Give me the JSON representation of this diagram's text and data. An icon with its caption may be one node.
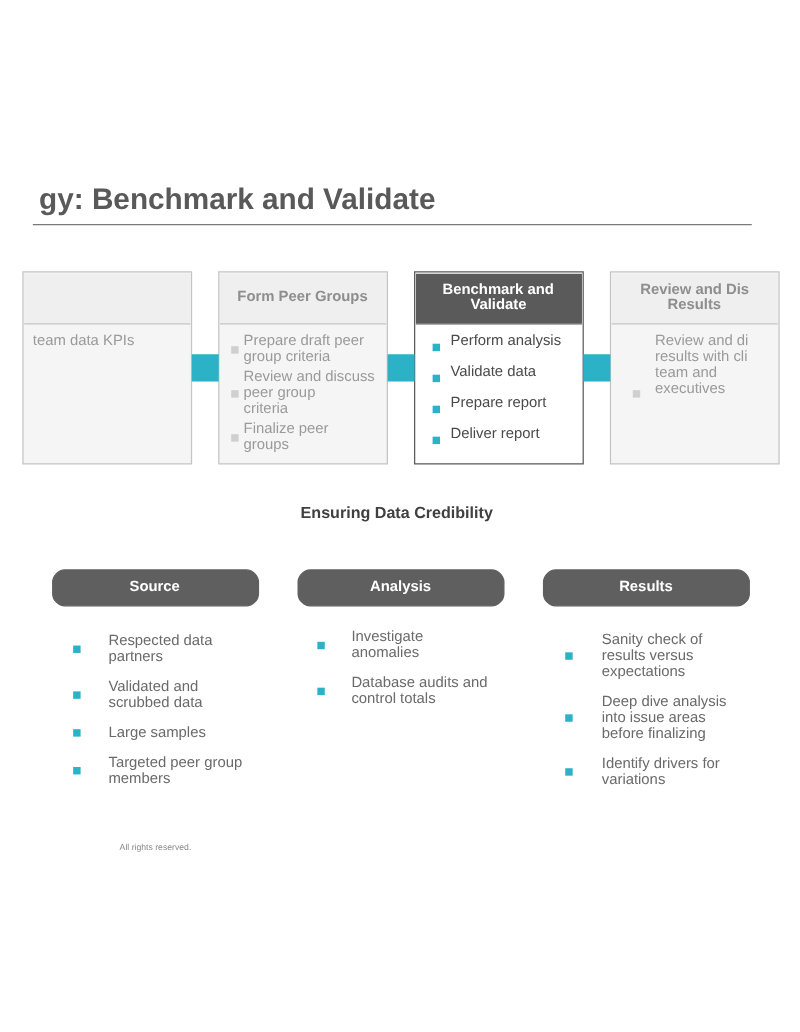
{
  "diagram": {
    "title": "gy: Benchmark and Validate",
    "nodes": [
      {
        "text": [
          "team data KPIs"
        ]
      },
      {
        "text": [
          "Form Peer Groups",
          "Prepare draft peer group criteria",
          "Review and discuss peer group criteria",
          "Finalize peer groups"
        ]
      },
      {
        "text": [
          "Benchmark and Validate",
          "Perform analysis",
          "Validate data",
          "Prepare report",
          "Deliver report"
        ]
      },
      {
        "text": [
          "Review and Dis Results",
          "Review and di results with cli team and executives"
        ]
      },
      {
        "text": [
          "Source"
        ],
        "beside": [
          "Respected data partners",
          "Validated and scrubbed data",
          "Large samples",
          "Targeted peer group members"
        ]
      },
      {
        "text": [
          "Analysis"
        ],
        "beside": [
          "Investigate anomalies",
          "Database audits and control totals"
        ]
      },
      {
        "text": [
          "Results"
        ],
        "beside": [
          "Sanity check of results versus expectations",
          "Deep dive analysis into issue areas before finalizing",
          "Identify drivers for variations"
        ]
      }
    ],
    "edges": [
      {
        "from": 0,
        "to": 1,
        "arrow": "none"
      },
      {
        "from": 1,
        "to": 2,
        "arrow": "none"
      },
      {
        "from": 2,
        "to": 3,
        "arrow": "none"
      }
    ],
    "labels": [
      "Ensuring Data Credibility",
      "All rights reserved."
    ]
  }
}
